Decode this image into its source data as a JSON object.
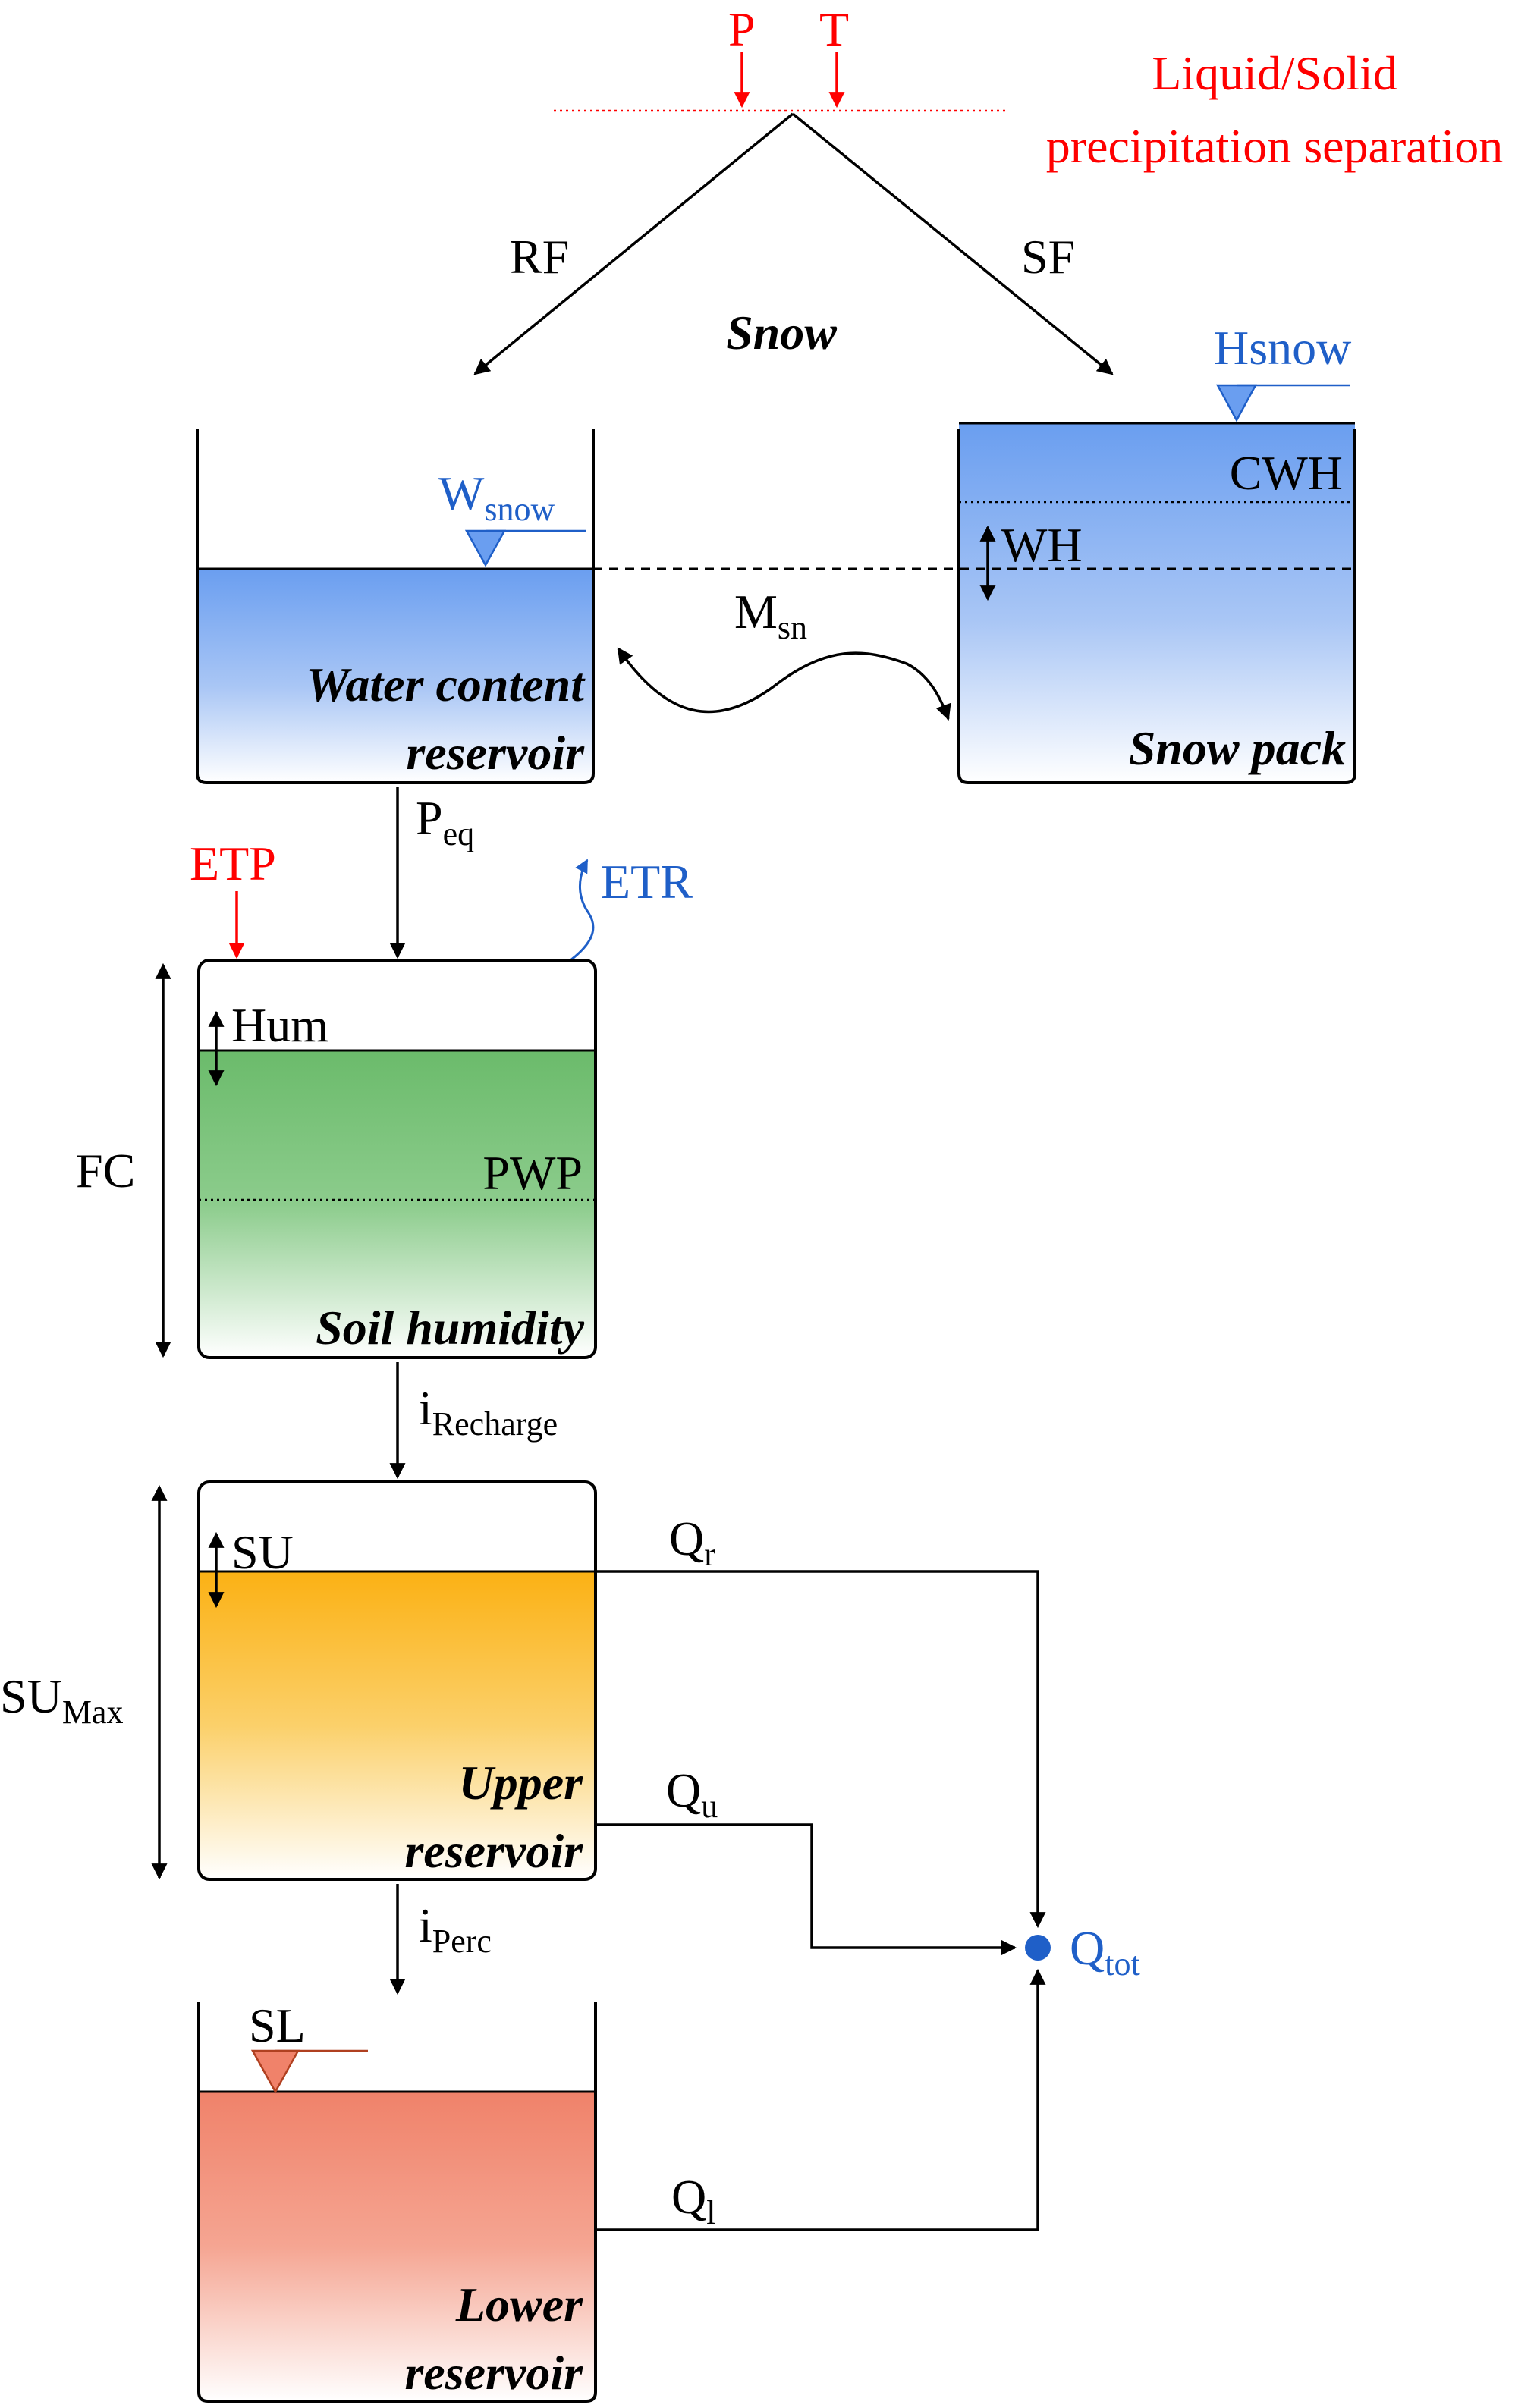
{
  "inputs": {
    "precip": "P",
    "temp": "T"
  },
  "separation": {
    "line1": "Liquid/Solid",
    "line2": "precipitation separation"
  },
  "branches": {
    "rain": "RF",
    "snowfall": "SF"
  },
  "snow_title": "Snow",
  "snowpack": {
    "level": "Hsnow",
    "cwh": "CWH",
    "wh": "WH",
    "label": "Snow pack"
  },
  "water_content": {
    "level_main": "W",
    "level_sub": "snow",
    "label_line1": "Water content",
    "label_line2": "reservoir"
  },
  "melt": {
    "main": "M",
    "sub": "sn"
  },
  "peq": {
    "main": "P",
    "sub": "eq"
  },
  "evap": {
    "etp": "ETP",
    "etr": "ETR"
  },
  "soil": {
    "hum": "Hum",
    "fc": "FC",
    "pwp": "PWP",
    "label": "Soil humidity"
  },
  "recharge": {
    "main": "i",
    "sub": "Recharge"
  },
  "upper": {
    "su": "SU",
    "sumax_main": "SU",
    "sumax_sub": "Max",
    "label_line1": "Upper",
    "label_line2": "reservoir"
  },
  "flows": {
    "qr_main": "Q",
    "qr_sub": "r",
    "qu_main": "Q",
    "qu_sub": "u",
    "ql_main": "Q",
    "ql_sub": "l",
    "qtot_main": "Q",
    "qtot_sub": "tot"
  },
  "perc": {
    "main": "i",
    "sub": "Perc"
  },
  "lower": {
    "sl": "SL",
    "label_line1": "Lower",
    "label_line2": "reservoir"
  },
  "colors": {
    "input_red": "#ff0000",
    "output_blue": "#1f5fc8",
    "snow_fill": "#6a9ef0",
    "soil_fill": "#6bbb6b",
    "upper_fill": "#fbb114",
    "lower_fill": "#f0826a"
  }
}
